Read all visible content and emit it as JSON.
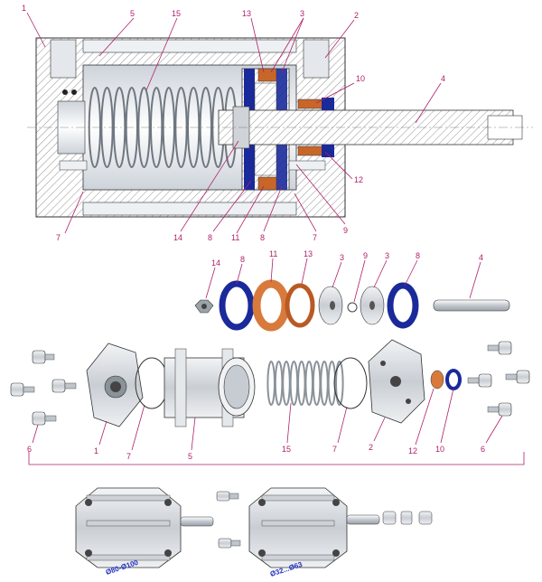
{
  "section_labels": {
    "l1": "1",
    "l5": "5",
    "l15": "15",
    "l13": "13",
    "l3": "3",
    "l2": "2",
    "l10": "10",
    "l4": "4",
    "l12": "12",
    "l7a": "7",
    "l14": "14",
    "l8a": "8",
    "l11": "11",
    "l8b": "8",
    "l7b": "7",
    "l9": "9"
  },
  "parts_row_labels": {
    "p14": "14",
    "p8a": "8",
    "p11": "11",
    "p13": "13",
    "p3a": "3",
    "p9": "9",
    "p3b": "3",
    "p8b": "8",
    "p4": "4"
  },
  "assembly_labels": {
    "a6a": "6",
    "a1": "1",
    "a7a": "7",
    "a5": "5",
    "a15": "15",
    "a7b": "7",
    "a2": "2",
    "a12": "12",
    "a10": "10",
    "a6b": "6"
  },
  "size_labels": {
    "large": "Ø80-Ø100",
    "small": "Ø32...Ø63"
  },
  "colors": {
    "label": "#b0206a",
    "seal_blue": "#1a2a9a",
    "bronze": "#c8662a",
    "hatch": "#555555",
    "metal": "#d8dde2"
  }
}
